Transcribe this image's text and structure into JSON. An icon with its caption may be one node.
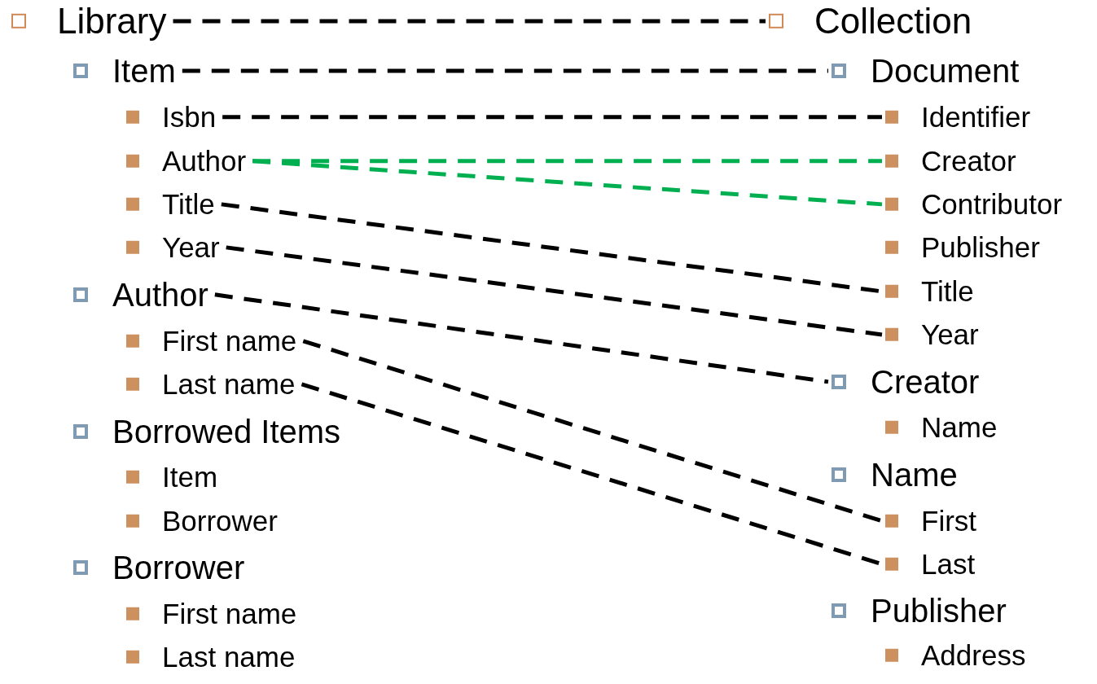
{
  "diagram": {
    "nodes": [
      {
        "text": [
          "Library"
        ]
      },
      {
        "text": [
          "Item"
        ]
      },
      {
        "text": [
          "Isbn"
        ]
      },
      {
        "text": [
          "Author"
        ]
      },
      {
        "text": [
          "Title"
        ]
      },
      {
        "text": [
          "Year"
        ]
      },
      {
        "text": [
          "Author"
        ]
      },
      {
        "text": [
          "First name"
        ]
      },
      {
        "text": [
          "Last name"
        ]
      },
      {
        "text": [
          "Borrowed Items"
        ]
      },
      {
        "text": [
          "Item"
        ]
      },
      {
        "text": [
          "Borrower"
        ]
      },
      {
        "text": [
          "Borrower"
        ]
      },
      {
        "text": [
          "First name"
        ]
      },
      {
        "text": [
          "Last name"
        ]
      },
      {
        "text": [
          "Collection"
        ]
      },
      {
        "text": [
          "Document"
        ]
      },
      {
        "text": [
          "Identifier"
        ]
      },
      {
        "text": [
          "Creator"
        ]
      },
      {
        "text": [
          "Contributor"
        ]
      },
      {
        "text": [
          "Publisher"
        ]
      },
      {
        "text": [
          "Title"
        ]
      },
      {
        "text": [
          "Year"
        ]
      },
      {
        "text": [
          "Creator"
        ]
      },
      {
        "text": [
          "Name"
        ]
      },
      {
        "text": [
          "Name"
        ]
      },
      {
        "text": [
          "First"
        ]
      },
      {
        "text": [
          "Last"
        ]
      },
      {
        "text": [
          "Publisher"
        ]
      },
      {
        "text": [
          "Address"
        ]
      }
    ],
    "edges": [
      {
        "from": 0,
        "to": 15,
        "arrow": "none",
        "style": "dashed"
      },
      {
        "from": 1,
        "to": 16,
        "arrow": "none",
        "style": "dashed"
      },
      {
        "from": 2,
        "to": 17,
        "arrow": "none",
        "style": "dashed"
      },
      {
        "from": 3,
        "to": 18,
        "arrow": "none",
        "style": "dashed",
        "color": "#00b050"
      },
      {
        "from": 3,
        "to": 19,
        "arrow": "none",
        "style": "dashed",
        "color": "#00b050"
      },
      {
        "from": 4,
        "to": 21,
        "arrow": "none",
        "style": "dashed"
      },
      {
        "from": 5,
        "to": 22,
        "arrow": "none",
        "style": "dashed"
      },
      {
        "from": 6,
        "to": 23,
        "arrow": "none",
        "style": "dashed"
      },
      {
        "from": 7,
        "to": 26,
        "arrow": "none",
        "style": "dashed"
      },
      {
        "from": 8,
        "to": 27,
        "arrow": "none",
        "style": "dashed"
      }
    ]
  }
}
